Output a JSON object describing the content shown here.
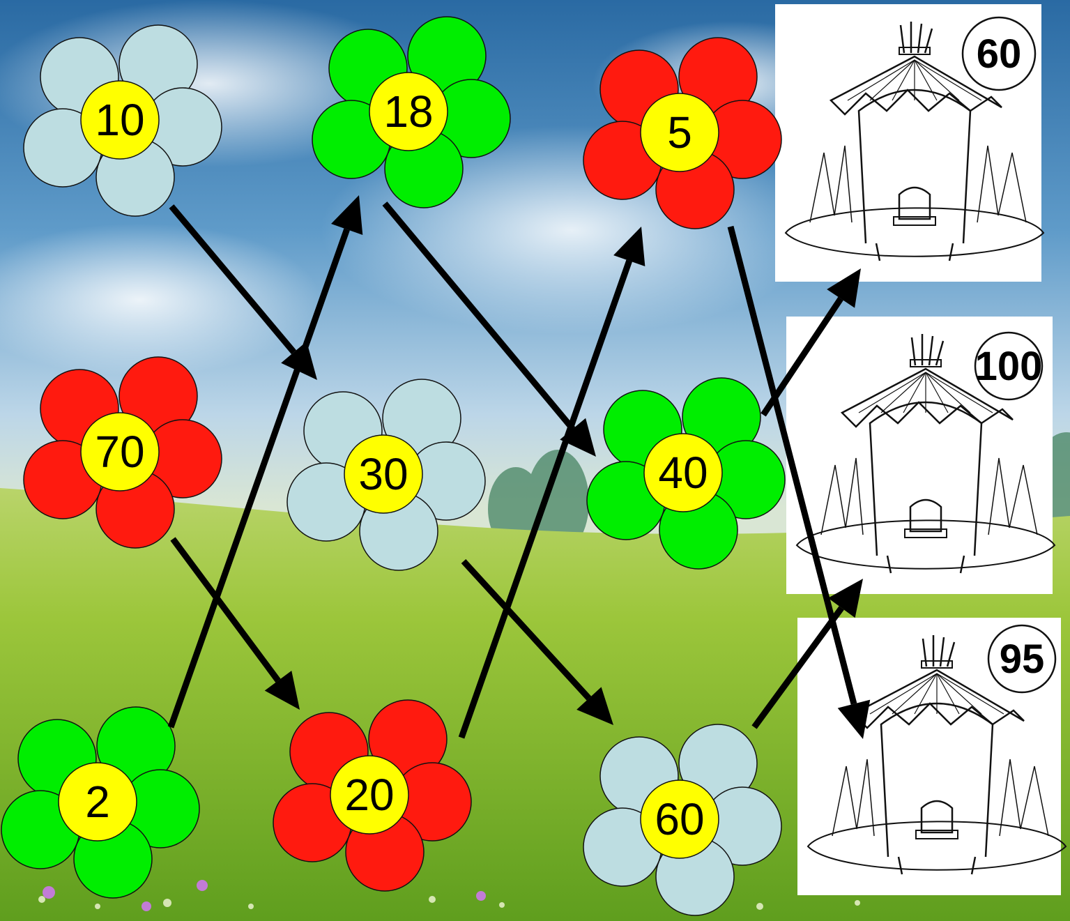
{
  "flowers": [
    {
      "id": "f10",
      "value": "10",
      "petal_color": "#bddde1"
    },
    {
      "id": "f18",
      "value": "18",
      "petal_color": "#00ee00"
    },
    {
      "id": "f5",
      "value": "5",
      "petal_color": "#ff1a0f"
    },
    {
      "id": "f70",
      "value": "70",
      "petal_color": "#ff1a0f"
    },
    {
      "id": "f30",
      "value": "30",
      "petal_color": "#bddde1"
    },
    {
      "id": "f40",
      "value": "40",
      "petal_color": "#00ee00"
    },
    {
      "id": "f2",
      "value": "2",
      "petal_color": "#00ee00"
    },
    {
      "id": "f20",
      "value": "20",
      "petal_color": "#ff1a0f"
    },
    {
      "id": "f60",
      "value": "60",
      "petal_color": "#bddde1"
    }
  ],
  "houses": [
    {
      "id": "h60",
      "value": "60"
    },
    {
      "id": "h100",
      "value": "100"
    },
    {
      "id": "h95",
      "value": "95"
    }
  ],
  "arrows": [
    {
      "from": "10",
      "to": "30"
    },
    {
      "from": "2",
      "to": "18"
    },
    {
      "from": "18",
      "to": "40"
    },
    {
      "from": "70",
      "to": "20"
    },
    {
      "from": "20",
      "to": "5"
    },
    {
      "from": "30",
      "to": "60"
    },
    {
      "from": "5",
      "to": "95"
    },
    {
      "from": "40",
      "to": "60"
    },
    {
      "from": "60",
      "to": "100"
    }
  ],
  "colors": {
    "center": "#ffff00",
    "arrow": "#000000",
    "sky_top": "#2d6fa6",
    "meadow": "#8cc21d"
  }
}
